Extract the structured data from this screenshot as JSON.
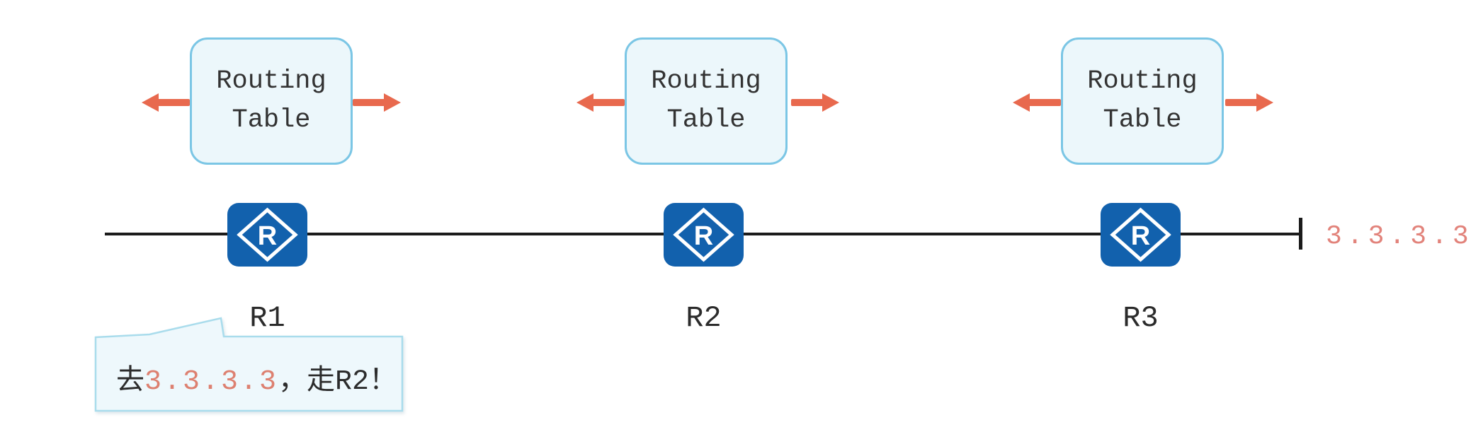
{
  "diagram": {
    "type": "network-routing-diagram",
    "routers": [
      {
        "name": "R1",
        "table_label": "Routing Table"
      },
      {
        "name": "R2",
        "table_label": "Routing Table"
      },
      {
        "name": "R3",
        "table_label": "Routing Table"
      }
    ],
    "router_icon_letter": "R",
    "destination_ip": "3.3.3.3",
    "bubble": {
      "prefix": "去",
      "ip": "3.3.3.3",
      "suffix": "，走R2！"
    },
    "colors": {
      "arrow": "#e8694e",
      "ip_text": "#e2837b",
      "bubble_ip_text": "#dd8070",
      "router_blue": "#1261ad",
      "box_border": "#7bc6e5",
      "box_fill": "#ecf7fb",
      "bubble_border": "#a9dcec",
      "bubble_fill": "#eef8fc",
      "line": "#1b1b1b",
      "text_dark": "#2c2c2c"
    }
  }
}
